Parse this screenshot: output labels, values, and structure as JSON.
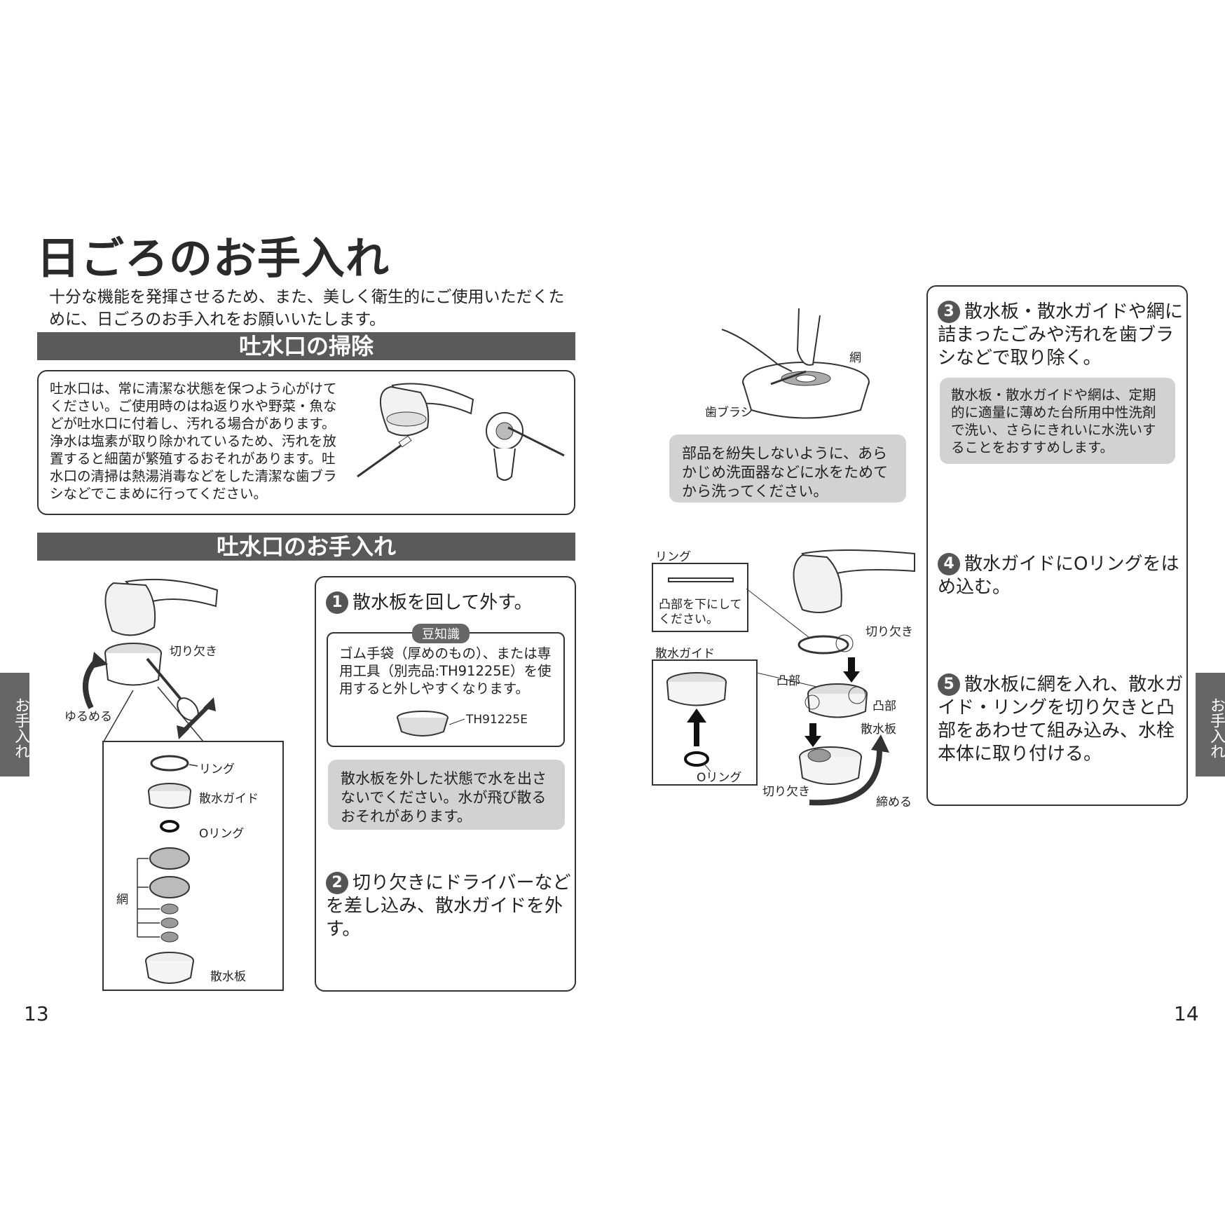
{
  "page": {
    "title": "日ごろのお手入れ",
    "intro": "十分な機能を発揮させるため、また、美しく衛生的にご使用いただくために、日ごろのお手入れをお願いいたします。",
    "side_tab": "お手入れ",
    "page_left": "13",
    "page_right": "14"
  },
  "section1": {
    "heading": "吐水口の掃除",
    "body": "吐水口は、常に清潔な状態を保つよう心がけてください。ご使用時のはね返り水や野菜・魚などが吐水口に付着し、汚れる場合があります。浄水は塩素が取り除かれているため、汚れを放置すると細菌が繁殖するおそれがあります。吐水口の清掃は熱湯消毒などをした清潔な歯ブラシなどでこまめに行ってください。"
  },
  "section2": {
    "heading": "吐水口のお手入れ",
    "labels": {
      "notch": "切り欠き",
      "loosen": "ゆるめる",
      "ring": "リング",
      "guide": "散水ガイド",
      "oring": "Oリング",
      "mesh": "網",
      "plate": "散水板"
    },
    "step1": {
      "num": "1",
      "text": "散水板を回して外す。"
    },
    "tip": {
      "badge": "豆知識",
      "text": "ゴム手袋（厚めのもの）、または専用工具（別売品:TH91225E）を使用すると外しやすくなります。",
      "tool_label": "TH91225E"
    },
    "warning1": "散水板を外した状態で水を出さないでください。水が飛び散るおそれがあります。",
    "step2": {
      "num": "2",
      "text": "切り欠きにドライバーなどを差し込み、散水ガイドを外す。"
    }
  },
  "right": {
    "labels": {
      "mesh": "網",
      "toothbrush": "歯ブラシ",
      "ring": "リング",
      "convex_down": "凸部を下にしてください。",
      "guide": "散水ガイド",
      "notch": "切り欠き",
      "convex": "凸部",
      "convex2": "凸部",
      "plate": "散水板",
      "oring": "Oリング",
      "notch2": "切り欠き",
      "tighten": "締める"
    },
    "note_basin": "部品を紛失しないように、あらかじめ洗面器などに水をためてから洗ってください。",
    "step3": {
      "num": "3",
      "text": "散水板・散水ガイドや網に詰まったごみや汚れを歯ブラシなどで取り除く。"
    },
    "note3": "散水板・散水ガイドや網は、定期的に適量に薄めた台所用中性洗剤で洗い、さらにきれいに水洗いすることをおすすめします。",
    "step4": {
      "num": "4",
      "text": "散水ガイドにOリングをはめ込む。"
    },
    "step5": {
      "num": "5",
      "text": "散水板に網を入れ、散水ガイド・リングを切り欠きと凸部をあわせて組み込み、水栓本体に取り付ける。"
    }
  }
}
